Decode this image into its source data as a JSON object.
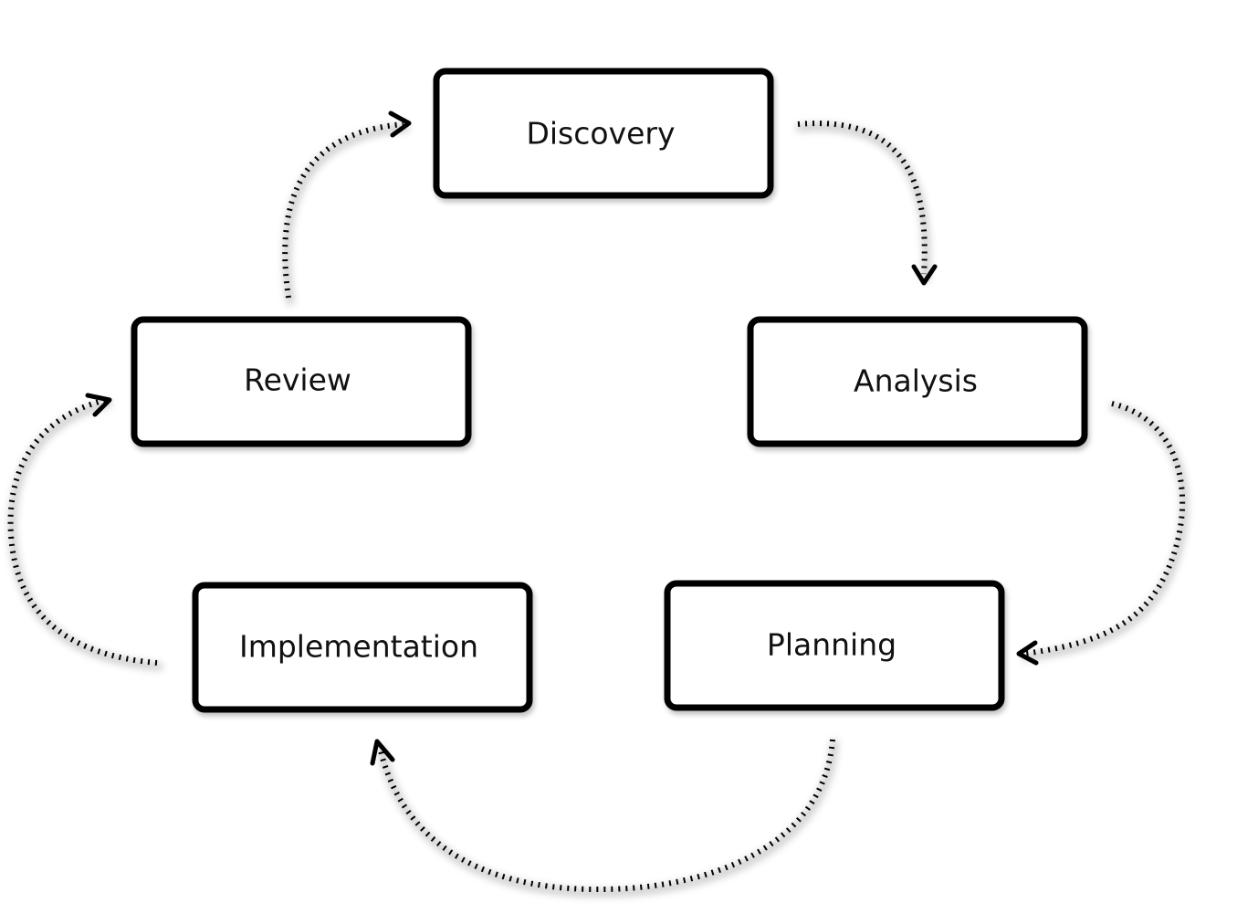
{
  "diagram": {
    "nodes": [
      {
        "id": "discovery",
        "label": "Discovery"
      },
      {
        "id": "analysis",
        "label": "Analysis"
      },
      {
        "id": "planning",
        "label": "Planning"
      },
      {
        "id": "implementation",
        "label": "Implementation"
      },
      {
        "id": "review",
        "label": "Review"
      }
    ],
    "edges": [
      {
        "from": "discovery",
        "to": "analysis",
        "style": "dotted"
      },
      {
        "from": "analysis",
        "to": "planning",
        "style": "dotted"
      },
      {
        "from": "planning",
        "to": "implementation",
        "style": "dotted"
      },
      {
        "from": "implementation",
        "to": "review",
        "style": "dotted"
      },
      {
        "from": "review",
        "to": "discovery",
        "style": "dotted"
      }
    ],
    "colors": {
      "stroke": "#000000",
      "fill": "#ffffff",
      "text": "#111111"
    }
  }
}
